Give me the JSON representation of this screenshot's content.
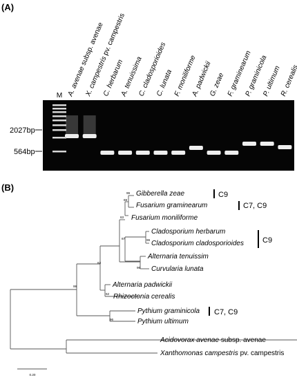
{
  "panel_a": {
    "label": "(A)",
    "marker_lane": "M",
    "lanes": [
      {
        "name": "A. avenae",
        "suffix": " subsp. avenae",
        "band": 1
      },
      {
        "name": "X. campestris",
        "suffix": " pv. campestris",
        "band": 1
      },
      {
        "name": "C. herbarum",
        "suffix": "",
        "band": 2
      },
      {
        "name": "A. tenuissima",
        "suffix": "",
        "band": 2
      },
      {
        "name": "C. cladosporioides",
        "suffix": "",
        "band": 2
      },
      {
        "name": "C. lunata",
        "suffix": "",
        "band": 2
      },
      {
        "name": "F. moniliforme",
        "suffix": "",
        "band": 2
      },
      {
        "name": "A. padwickii",
        "suffix": "",
        "band": 3
      },
      {
        "name": "G. zeae",
        "suffix": "",
        "band": 2
      },
      {
        "name": "F. graminearum",
        "suffix": "",
        "band": 2
      },
      {
        "name": "P. graminicola",
        "suffix": "",
        "band": 4
      },
      {
        "name": "P. ultimum",
        "suffix": "",
        "band": 4
      },
      {
        "name": "R. cerealis",
        "suffix": "",
        "band": 5
      }
    ],
    "size_markers": [
      "2027bp",
      "564bp"
    ]
  },
  "panel_b": {
    "label": "(B)",
    "taxa": {
      "gz": "Gibberella zeae",
      "fg": "Fusarium graminearum",
      "fm": "Fusarium moniliforme",
      "ch": "Cladosporium herbarum",
      "cc": "Cladosporium cladosporioides",
      "at": "Alternaria tenuissim",
      "cl": "Curvularia lunata",
      "ap": "Alternaria padwickii",
      "rc": "Rhizoctonia cerealis",
      "pg": "Pythium graminicola",
      "pu": "Pythium ultimum",
      "aa_name": "Acidovorax avenae",
      "aa_suffix": " subsp. avenae",
      "xc_name": "Xanthomonas campestris",
      "xc_suffix": " pv. campestris"
    },
    "bootstrap": {
      "gz_fg": "99",
      "fus": "69",
      "fus_m": "63",
      "clad": "99",
      "asco": "87",
      "alt_curv": "96",
      "main": "63",
      "ap_rc": "62",
      "pythium": "96",
      "root": "99"
    },
    "groups": {
      "gz": "C9",
      "fg": "C7, C9",
      "clad": "C9",
      "pg": "C7, C9"
    },
    "scale": "0.20"
  }
}
